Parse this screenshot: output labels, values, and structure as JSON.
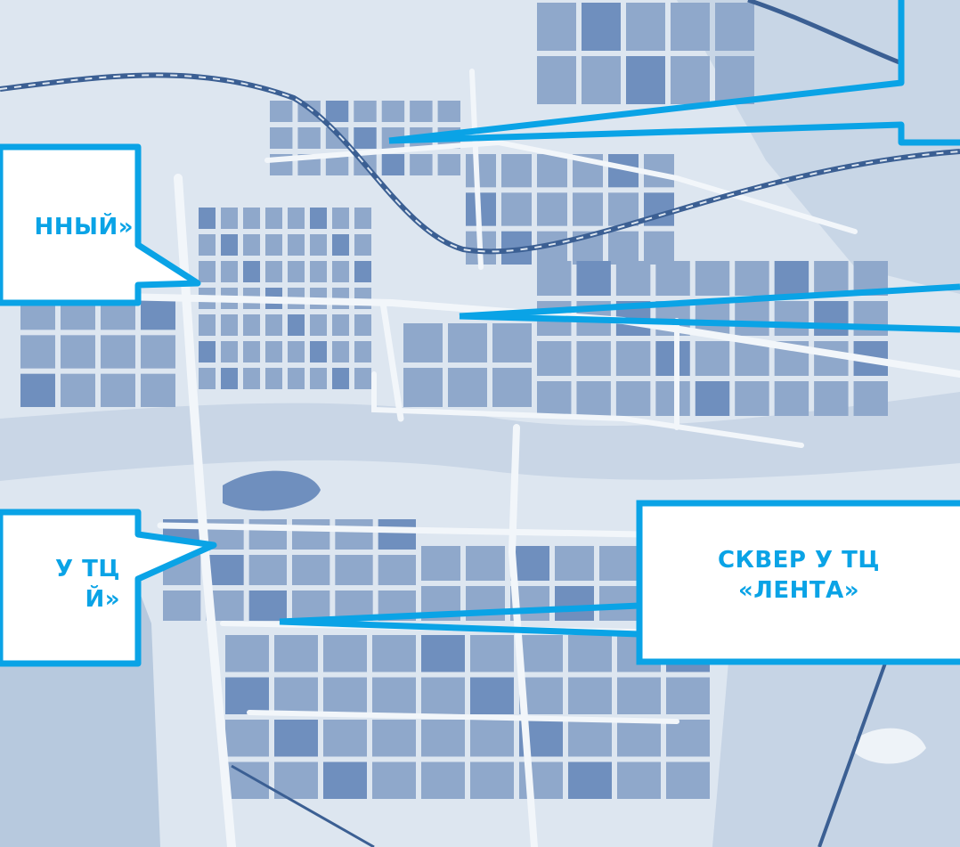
{
  "map": {
    "callouts": [
      {
        "id": "top-right",
        "lines": []
      },
      {
        "id": "right-upper",
        "lines": []
      },
      {
        "id": "left-upper",
        "lines": [
          "нный»"
        ]
      },
      {
        "id": "left-lower",
        "lines": [
          "у тц",
          "й»"
        ]
      },
      {
        "id": "right-lower",
        "lines": [
          "СКВЕР У ТЦ",
          "«ЛЕНТА»"
        ]
      }
    ]
  },
  "colors": {
    "callout_border": "#0aa3e6",
    "label_text": "#0aa3e6",
    "map_background": "#dde6f0",
    "blocks": "#8fa8cb",
    "blocks_dark": "#6f8fbe",
    "roads": "#f2f6fa",
    "river": "#c9d6e6",
    "forest": "#c2d1e3",
    "railway": "#3b5f93"
  }
}
